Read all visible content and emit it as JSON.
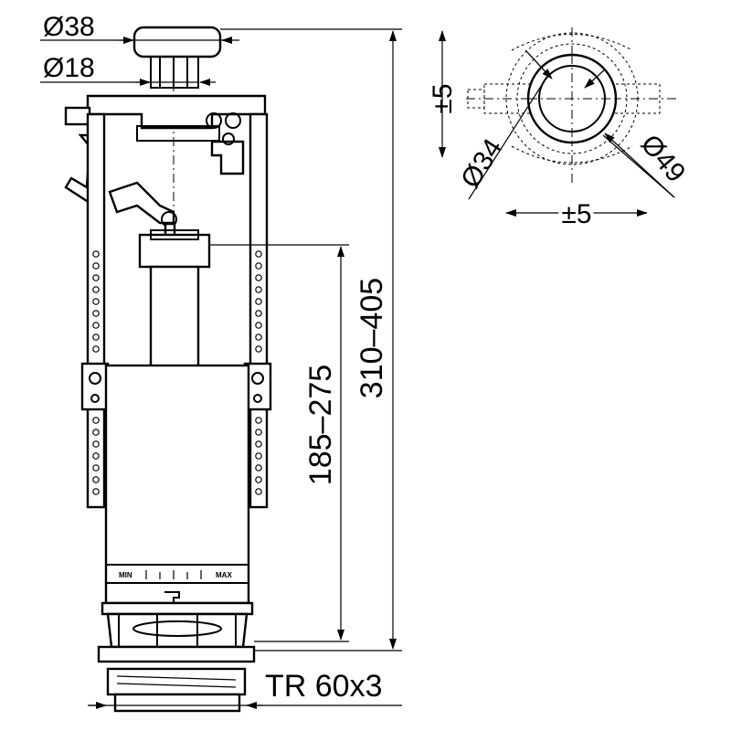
{
  "labels": {
    "dia_button": "Ø38",
    "dia_rod": "Ø18",
    "overall_height": "310–405",
    "overflow_height": "185–275",
    "thread": "TR 60x3",
    "top_adjust_vertical": "±5",
    "top_adjust_horizontal": "±5",
    "dia_inner": "Ø34",
    "dia_outer": "Ø49",
    "scale_min": "MIN",
    "scale_max": "MAX"
  }
}
